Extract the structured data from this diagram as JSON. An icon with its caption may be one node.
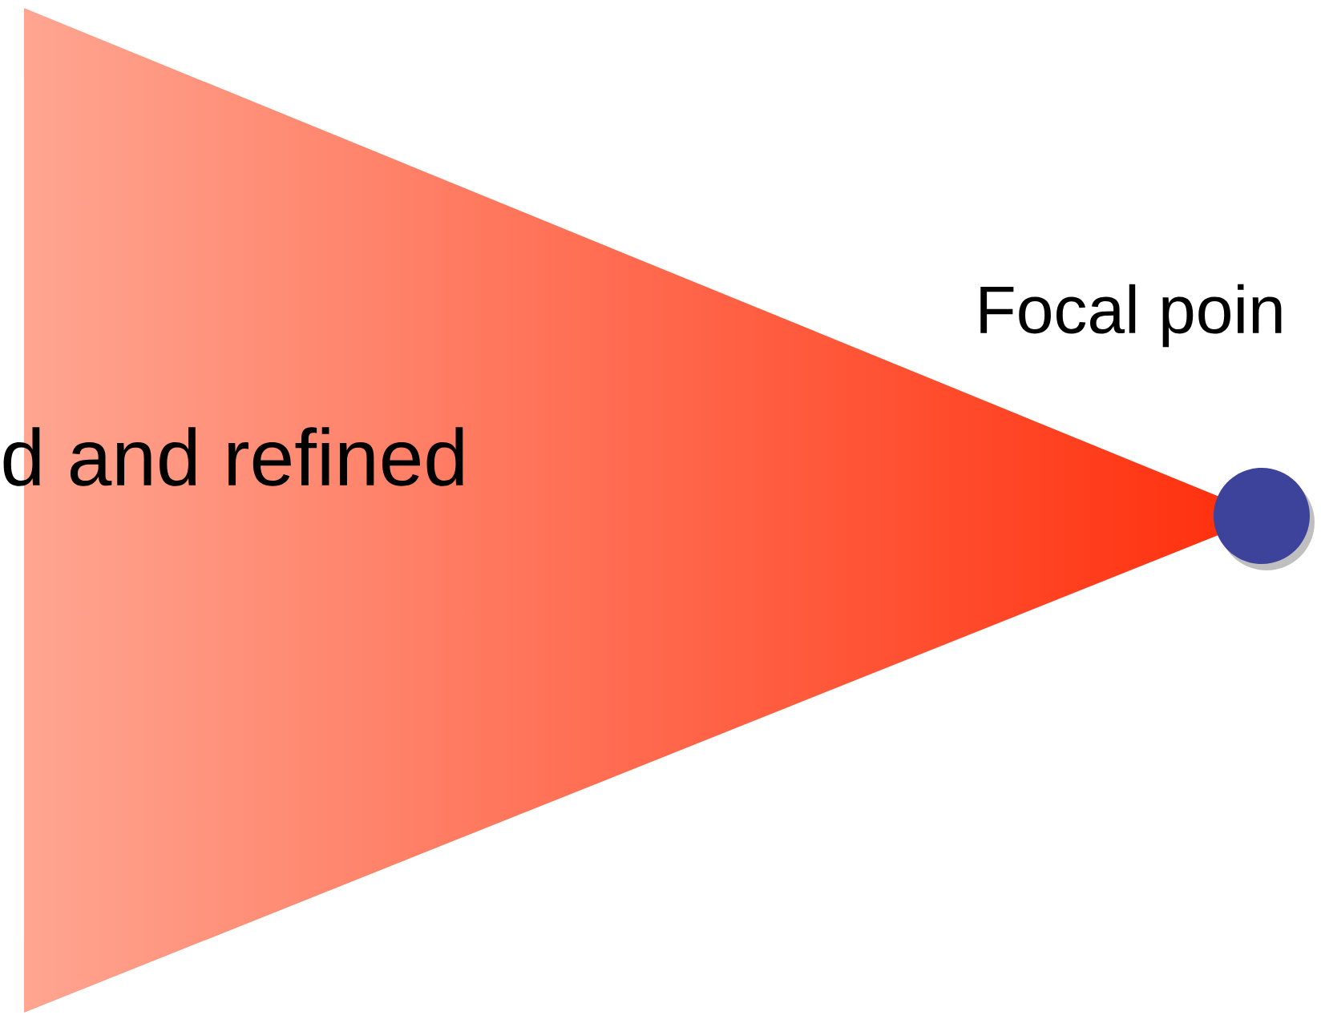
{
  "diagram": {
    "nodes": [
      {
        "text": [
          "d and refined"
        ]
      },
      {
        "text": [],
        "shape": "circle",
        "beside": [
          "Focal poin"
        ]
      }
    ]
  }
}
